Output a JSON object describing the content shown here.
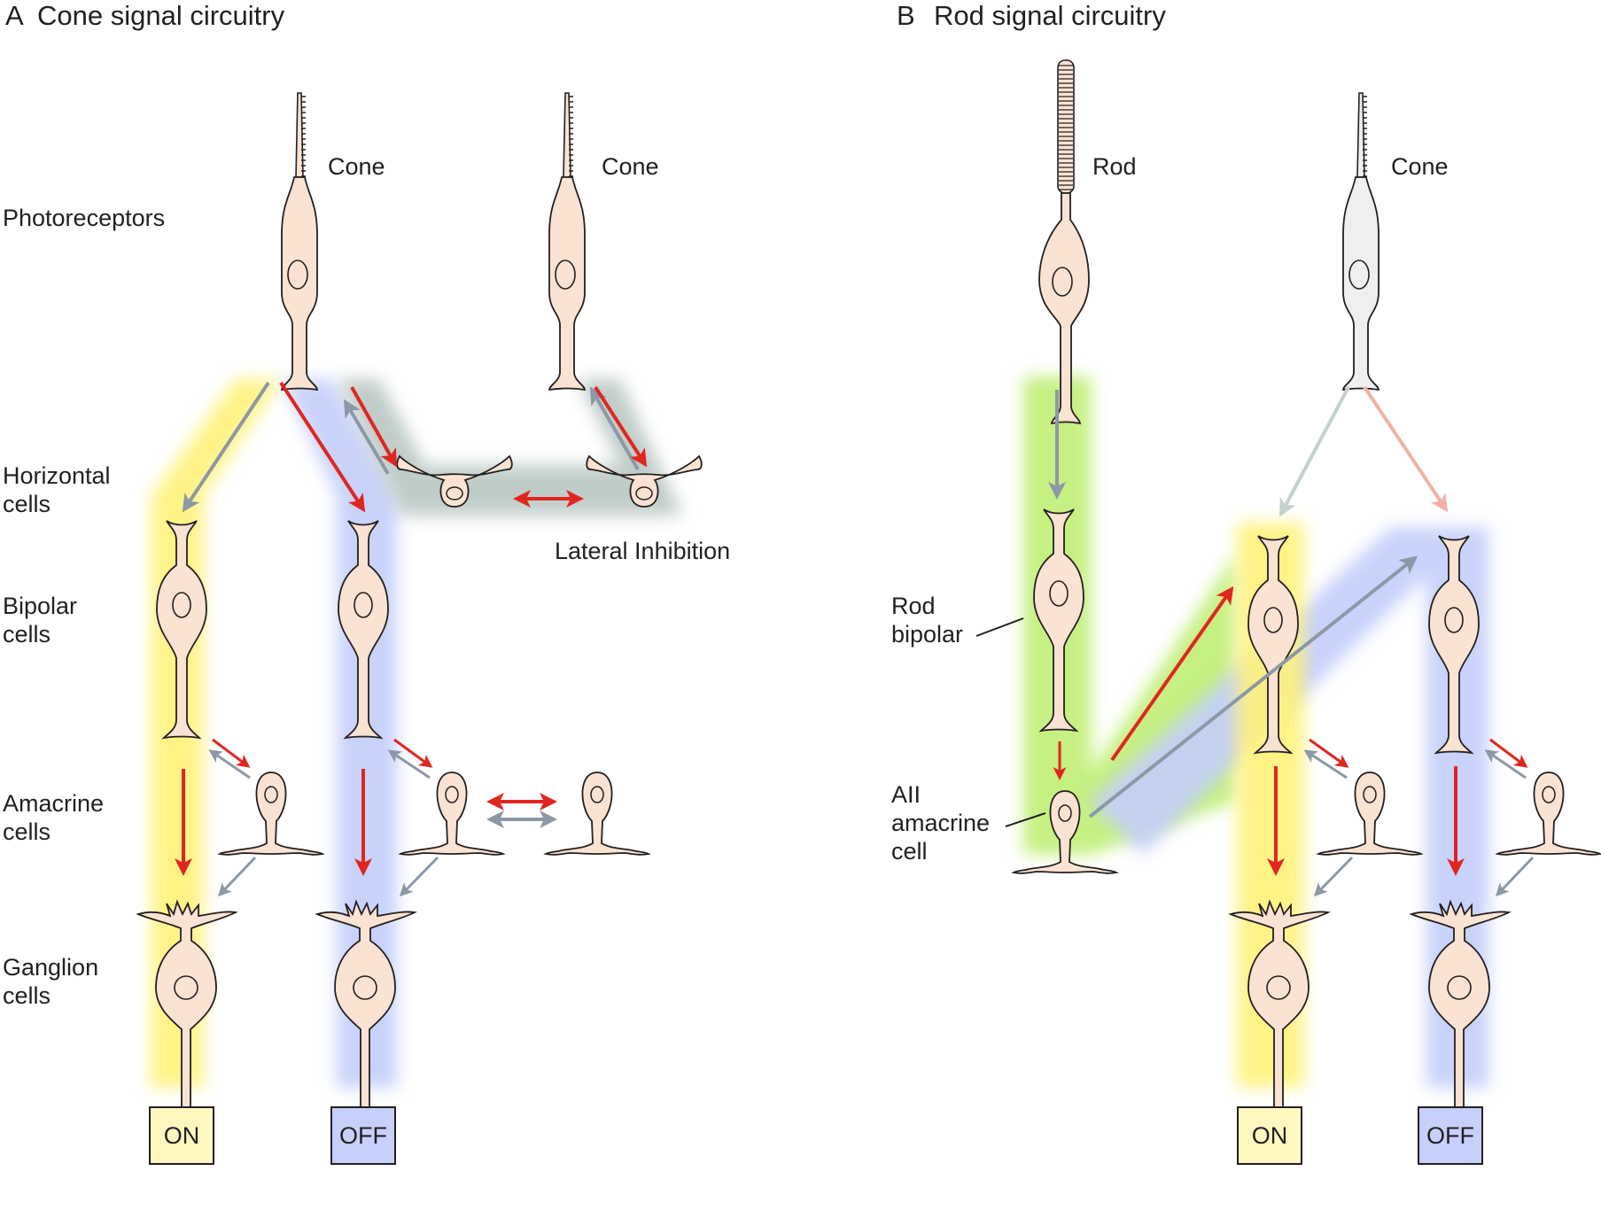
{
  "panelA": {
    "letter": "A",
    "title": "Cone signal circuitry",
    "cone1_label": "Cone",
    "cone2_label": "Cone",
    "row_photoreceptors": "Photoreceptors",
    "row_horizontal": "Horizontal\ncells",
    "row_bipolar": "Bipolar\ncells",
    "row_amacrine": "Amacrine\ncells",
    "row_ganglion": "Ganglion\ncells",
    "lateral_inhibition": "Lateral Inhibition",
    "on_label": "ON",
    "off_label": "OFF"
  },
  "panelB": {
    "letter": "B",
    "title": "Rod signal circuitry",
    "rod_label": "Rod",
    "cone_label": "Cone",
    "rod_bipolar": "Rod\nbipolar",
    "aii_label": "AII\namacrine\ncell",
    "on_label": "ON",
    "off_label": "OFF"
  },
  "colors": {
    "on_pathway": "#fff27a",
    "off_pathway": "#c3cefa",
    "rod_pathway": "#c3f07c",
    "horizontal_pathway": "#b9c7c3",
    "excitatory_arrow": "#e0261f",
    "inhibitory_arrow": "#8c98a6",
    "cell_fill": "#fbe3d3",
    "inactive_cell_fill": "#efefef",
    "on_box": "#fff7c0",
    "off_box": "#c7d0fb"
  }
}
